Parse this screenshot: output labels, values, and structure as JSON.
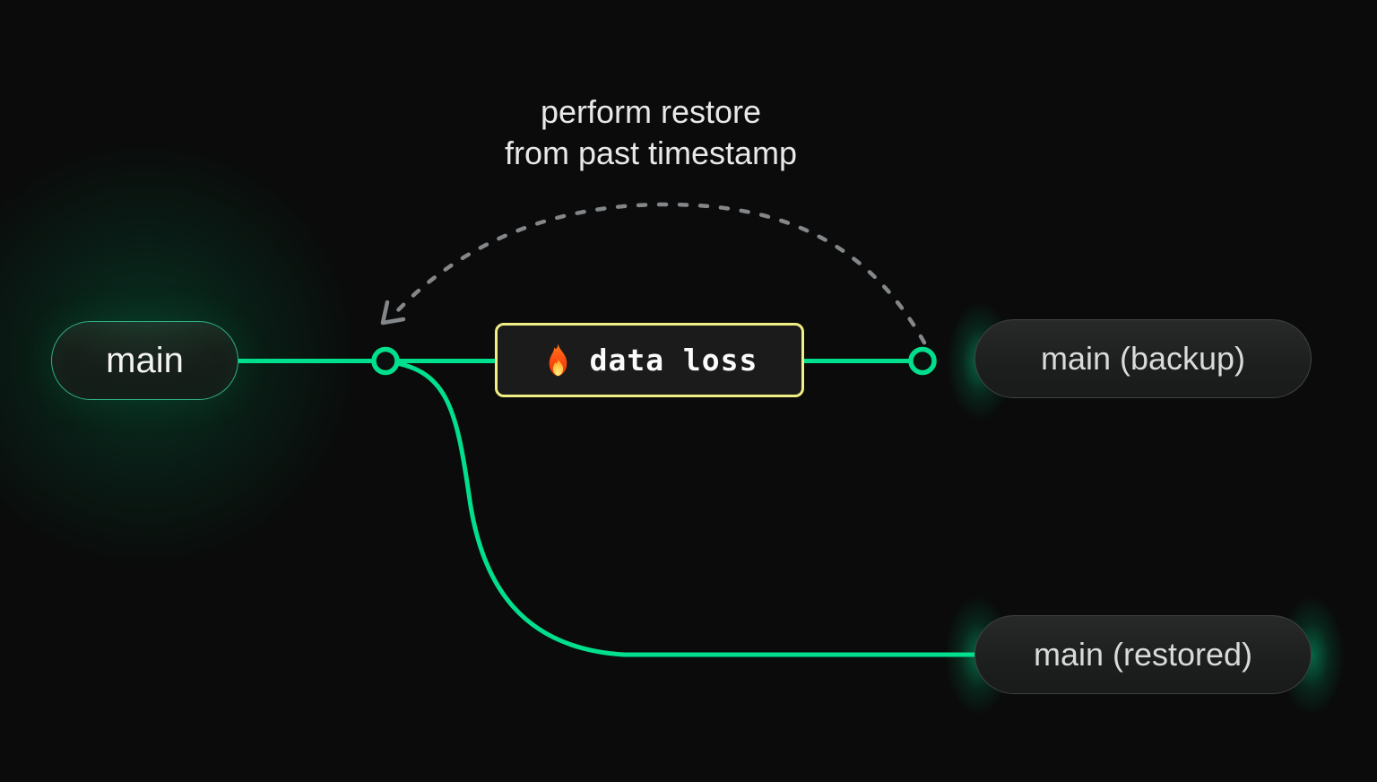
{
  "diagram": {
    "title_annotation": {
      "line1": "perform restore",
      "line2": "from past timestamp"
    },
    "branches": {
      "main": {
        "label": "main"
      },
      "backup": {
        "label": "main (backup)"
      },
      "restored": {
        "label": "main (restored)"
      }
    },
    "event": {
      "label": "data loss",
      "icon": "fire-icon"
    },
    "colors": {
      "background": "#0a0b0a",
      "branch_line": "#00df8d",
      "node_ring": "#00df8d",
      "main_pill_border": "#2fae81",
      "gray_pill_border": "#404241",
      "event_border": "#f1ee85",
      "dashed_arc": "#83878a",
      "annotation_text": "#e7e8e7",
      "glow_accent": "#00e596"
    }
  }
}
